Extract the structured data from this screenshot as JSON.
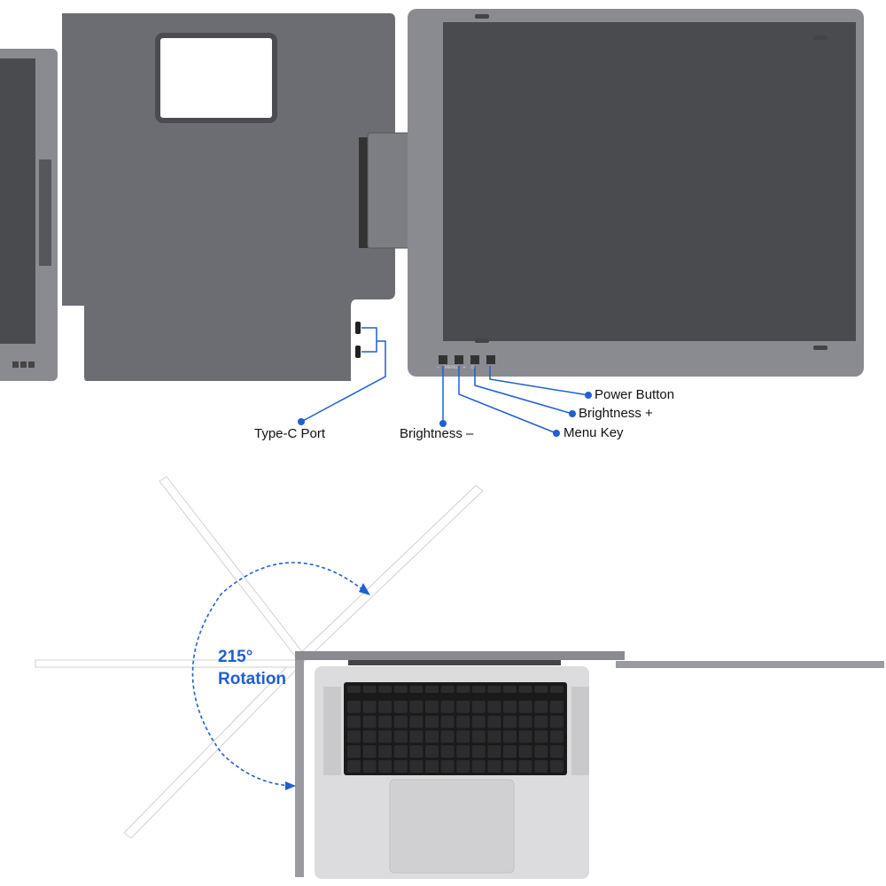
{
  "callouts": {
    "power_button": "Power Button",
    "brightness_plus": "Brightness +",
    "menu_key": "Menu Key",
    "brightness_minus": "Brightness –",
    "type_c_port": "Type-C Port"
  },
  "monitor_buttons": [
    "–",
    "MENU",
    "+",
    "⏻"
  ],
  "rotation": {
    "degrees": "215°",
    "label": "Rotation"
  },
  "colors": {
    "accent": "#1f5fd0",
    "housing": "#6b6d72",
    "screen": "#4a4b4e"
  }
}
